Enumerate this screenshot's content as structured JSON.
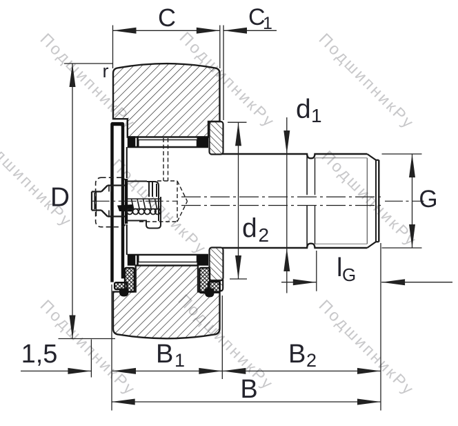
{
  "diagram": {
    "type": "bearing-cross-section-drawing",
    "subject": "stud-type track roller (cam follower) bearing",
    "watermark": {
      "text": "ПодшипникРу",
      "color": "#c6c6c8"
    },
    "colors": {
      "background": "#ffffff",
      "line": "#1c1c1c",
      "label": "#23232c",
      "hatch": "#2a2a2a"
    },
    "labels": {
      "c": {
        "base": "C"
      },
      "c1": {
        "base": "C",
        "sub": "1"
      },
      "r": {
        "base": "r"
      },
      "d_outer": {
        "base": "D"
      },
      "d1": {
        "base": "d",
        "sub": "1"
      },
      "d2": {
        "base": "d",
        "sub": "2"
      },
      "g": {
        "base": "G"
      },
      "lg": {
        "base": "l",
        "sub": "G"
      },
      "chamfer": {
        "base": "1,5"
      },
      "b1": {
        "base": "B",
        "sub": "1"
      },
      "b2": {
        "base": "B",
        "sub": "2"
      },
      "b": {
        "base": "B"
      }
    }
  }
}
